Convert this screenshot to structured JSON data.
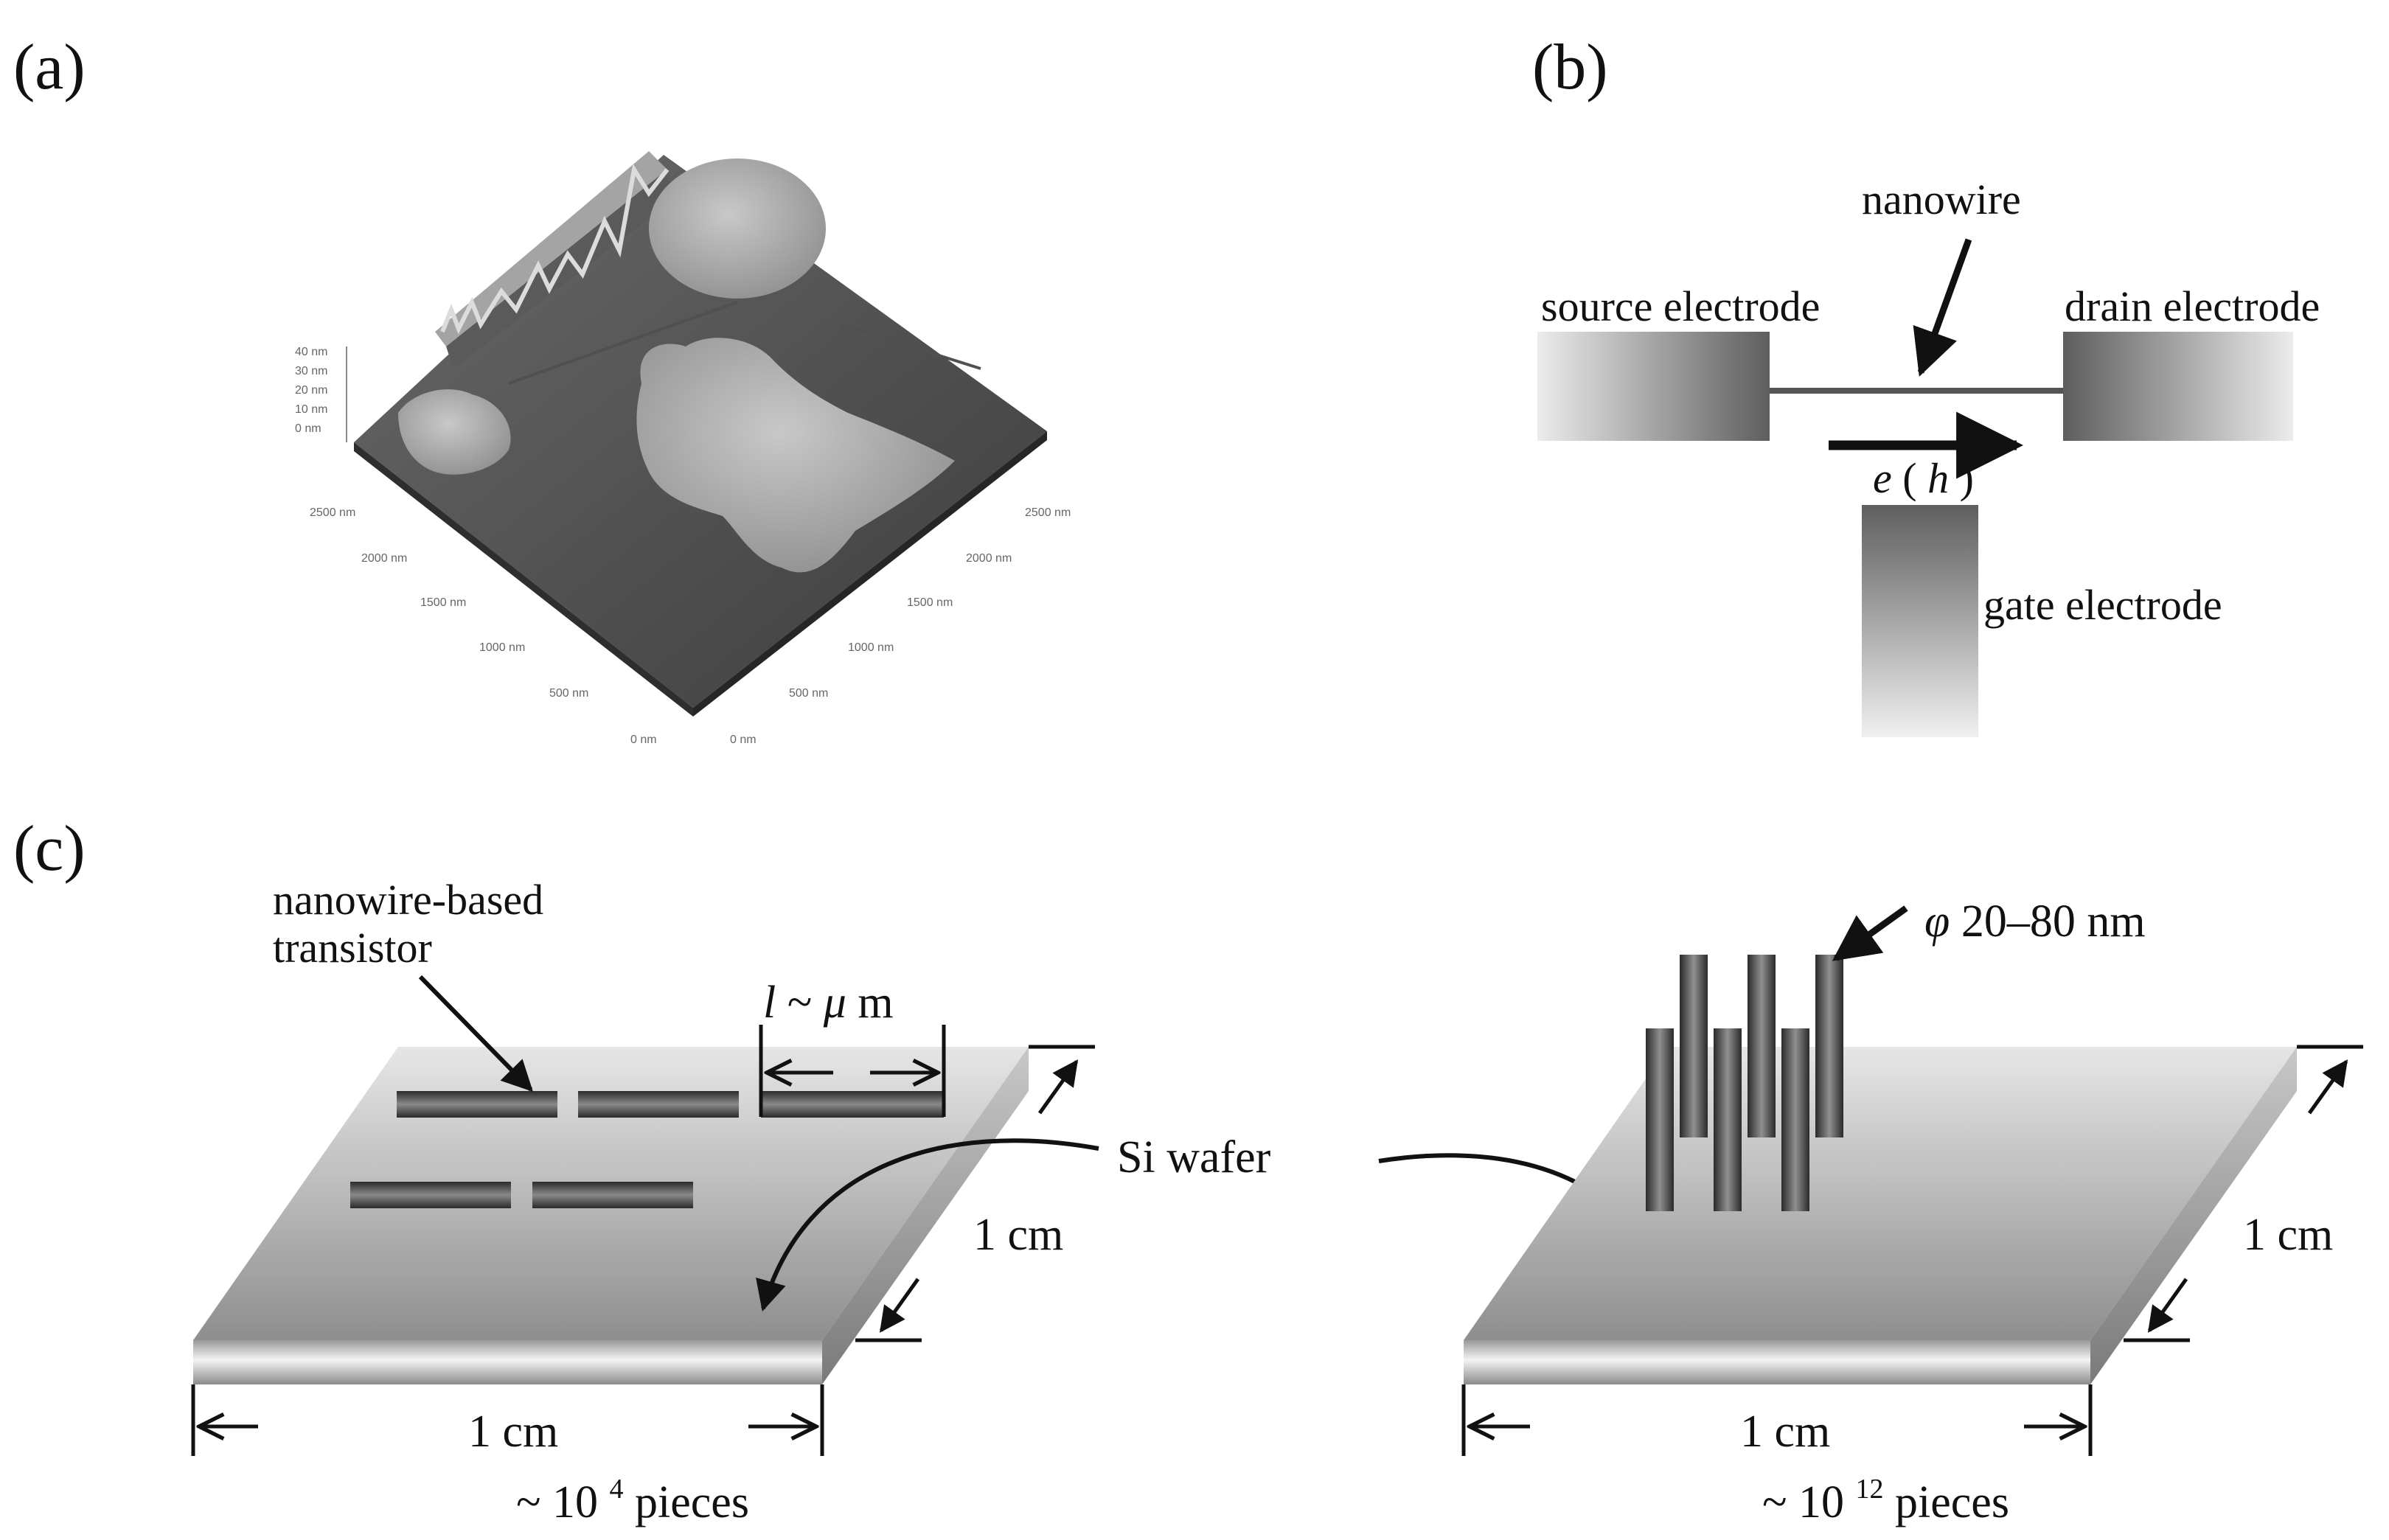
{
  "panels": {
    "a": "(a)",
    "b": "(b)",
    "c": "(c)"
  },
  "afm": {
    "z_ticks": [
      "40 nm",
      "30 nm",
      "20 nm",
      "10 nm",
      "0 nm"
    ],
    "left_axis_ticks": [
      "2500 nm",
      "2000 nm",
      "1500 nm",
      "1000 nm",
      "500 nm",
      "0 nm"
    ],
    "right_axis_ticks": [
      "0 nm",
      "500 nm",
      "1000 nm",
      "1500 nm",
      "2000 nm",
      "2500 nm"
    ]
  },
  "transistor": {
    "nanowire": "nanowire",
    "source": "source electrode",
    "drain": "drain electrode",
    "gate": "gate electrode",
    "carrier_e": "e",
    "carrier_h": "h"
  },
  "wafer_left": {
    "device_label_1": "nanowire-based",
    "device_label_2": "transistor",
    "length_prefix": "l",
    "length_tilde": " ~ ",
    "length_mu": "μ",
    "length_unit": "m",
    "width": "1 cm",
    "depth": "1 cm",
    "count_prefix": "~ 10",
    "count_exp": "4",
    "count_suffix": " pieces"
  },
  "wafer_right": {
    "diameter_symbol": "φ",
    "diameter": " 20–80 nm",
    "width": "1 cm",
    "depth": "1 cm",
    "count_prefix": "~ 10",
    "count_exp": "12",
    "count_suffix": " pieces"
  },
  "si_wafer": "Si wafer"
}
